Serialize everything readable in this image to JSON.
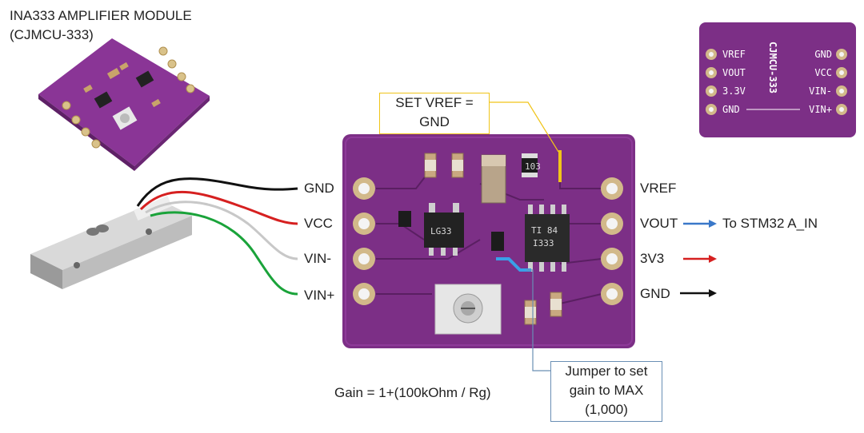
{
  "title": {
    "line1": "INA333 AMPLIFIER MODULE",
    "line2": "(CJMCU-333)"
  },
  "callouts": {
    "set_vref": {
      "line1": "SET VREF =",
      "line2": "GND",
      "color": "#f0c419"
    },
    "jumper": {
      "line1": "Jumper to set",
      "line2": "gain to MAX",
      "line3": "(1,000)",
      "color": "#6a8fb5"
    },
    "gain_formula": "Gain = 1+(100kOhm / Rg)"
  },
  "left_pins": [
    {
      "label": "GND",
      "wire_color": "#111111"
    },
    {
      "label": "VCC",
      "wire_color": "#d62020"
    },
    {
      "label": "VIN-",
      "wire_color": "#c8c8c8"
    },
    {
      "label": "VIN+",
      "wire_color": "#1aa33a"
    }
  ],
  "right_pins": [
    {
      "label": "VREF",
      "arrow": false,
      "arrow_color": "",
      "target": ""
    },
    {
      "label": "VOUT",
      "arrow": true,
      "arrow_color": "#3a78c9",
      "target": "To STM32 A_IN"
    },
    {
      "label": "3V3",
      "arrow": true,
      "arrow_color": "#d62020",
      "target": ""
    },
    {
      "label": "GND",
      "arrow": true,
      "arrow_color": "#111111",
      "target": ""
    }
  ],
  "board": {
    "color": "#7c2f86",
    "chip1_marking": "LG33",
    "chip2_line1": "TI 84",
    "chip2_line2": "I333",
    "resistor_marking": "103"
  },
  "pinout_inset": {
    "board_name": "CJMCU-333",
    "left": [
      "VREF",
      "VOUT",
      "3.3V",
      "GND"
    ],
    "right": [
      "GND",
      "VCC",
      "VIN-",
      "VIN+"
    ]
  }
}
